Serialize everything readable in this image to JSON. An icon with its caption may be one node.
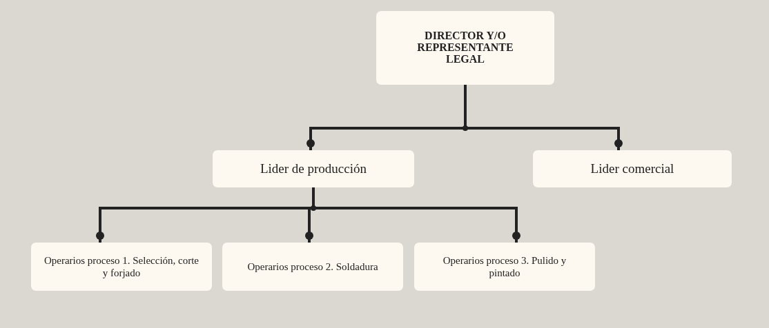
{
  "diagram": {
    "nodes": [
      {
        "text": [
          "DIRECTOR Y/O REPRESENTANTE LEGAL"
        ]
      },
      {
        "text": [
          "Lider de producción"
        ]
      },
      {
        "text": [
          "Lider comercial"
        ]
      },
      {
        "text": [
          "Operarios proceso 1. Selección, corte y forjado"
        ]
      },
      {
        "text": [
          "Operarios proceso 2. Soldadura"
        ]
      },
      {
        "text": [
          "Operarios proceso 3. Pulido y pintado"
        ]
      }
    ],
    "edges": [
      {
        "from": 0,
        "to": 1,
        "arrow": "other"
      },
      {
        "from": 0,
        "to": 2,
        "arrow": "other"
      },
      {
        "from": 1,
        "to": 3,
        "arrow": "other"
      },
      {
        "from": 1,
        "to": 4,
        "arrow": "other"
      },
      {
        "from": 1,
        "to": 5,
        "arrow": "other"
      }
    ]
  }
}
